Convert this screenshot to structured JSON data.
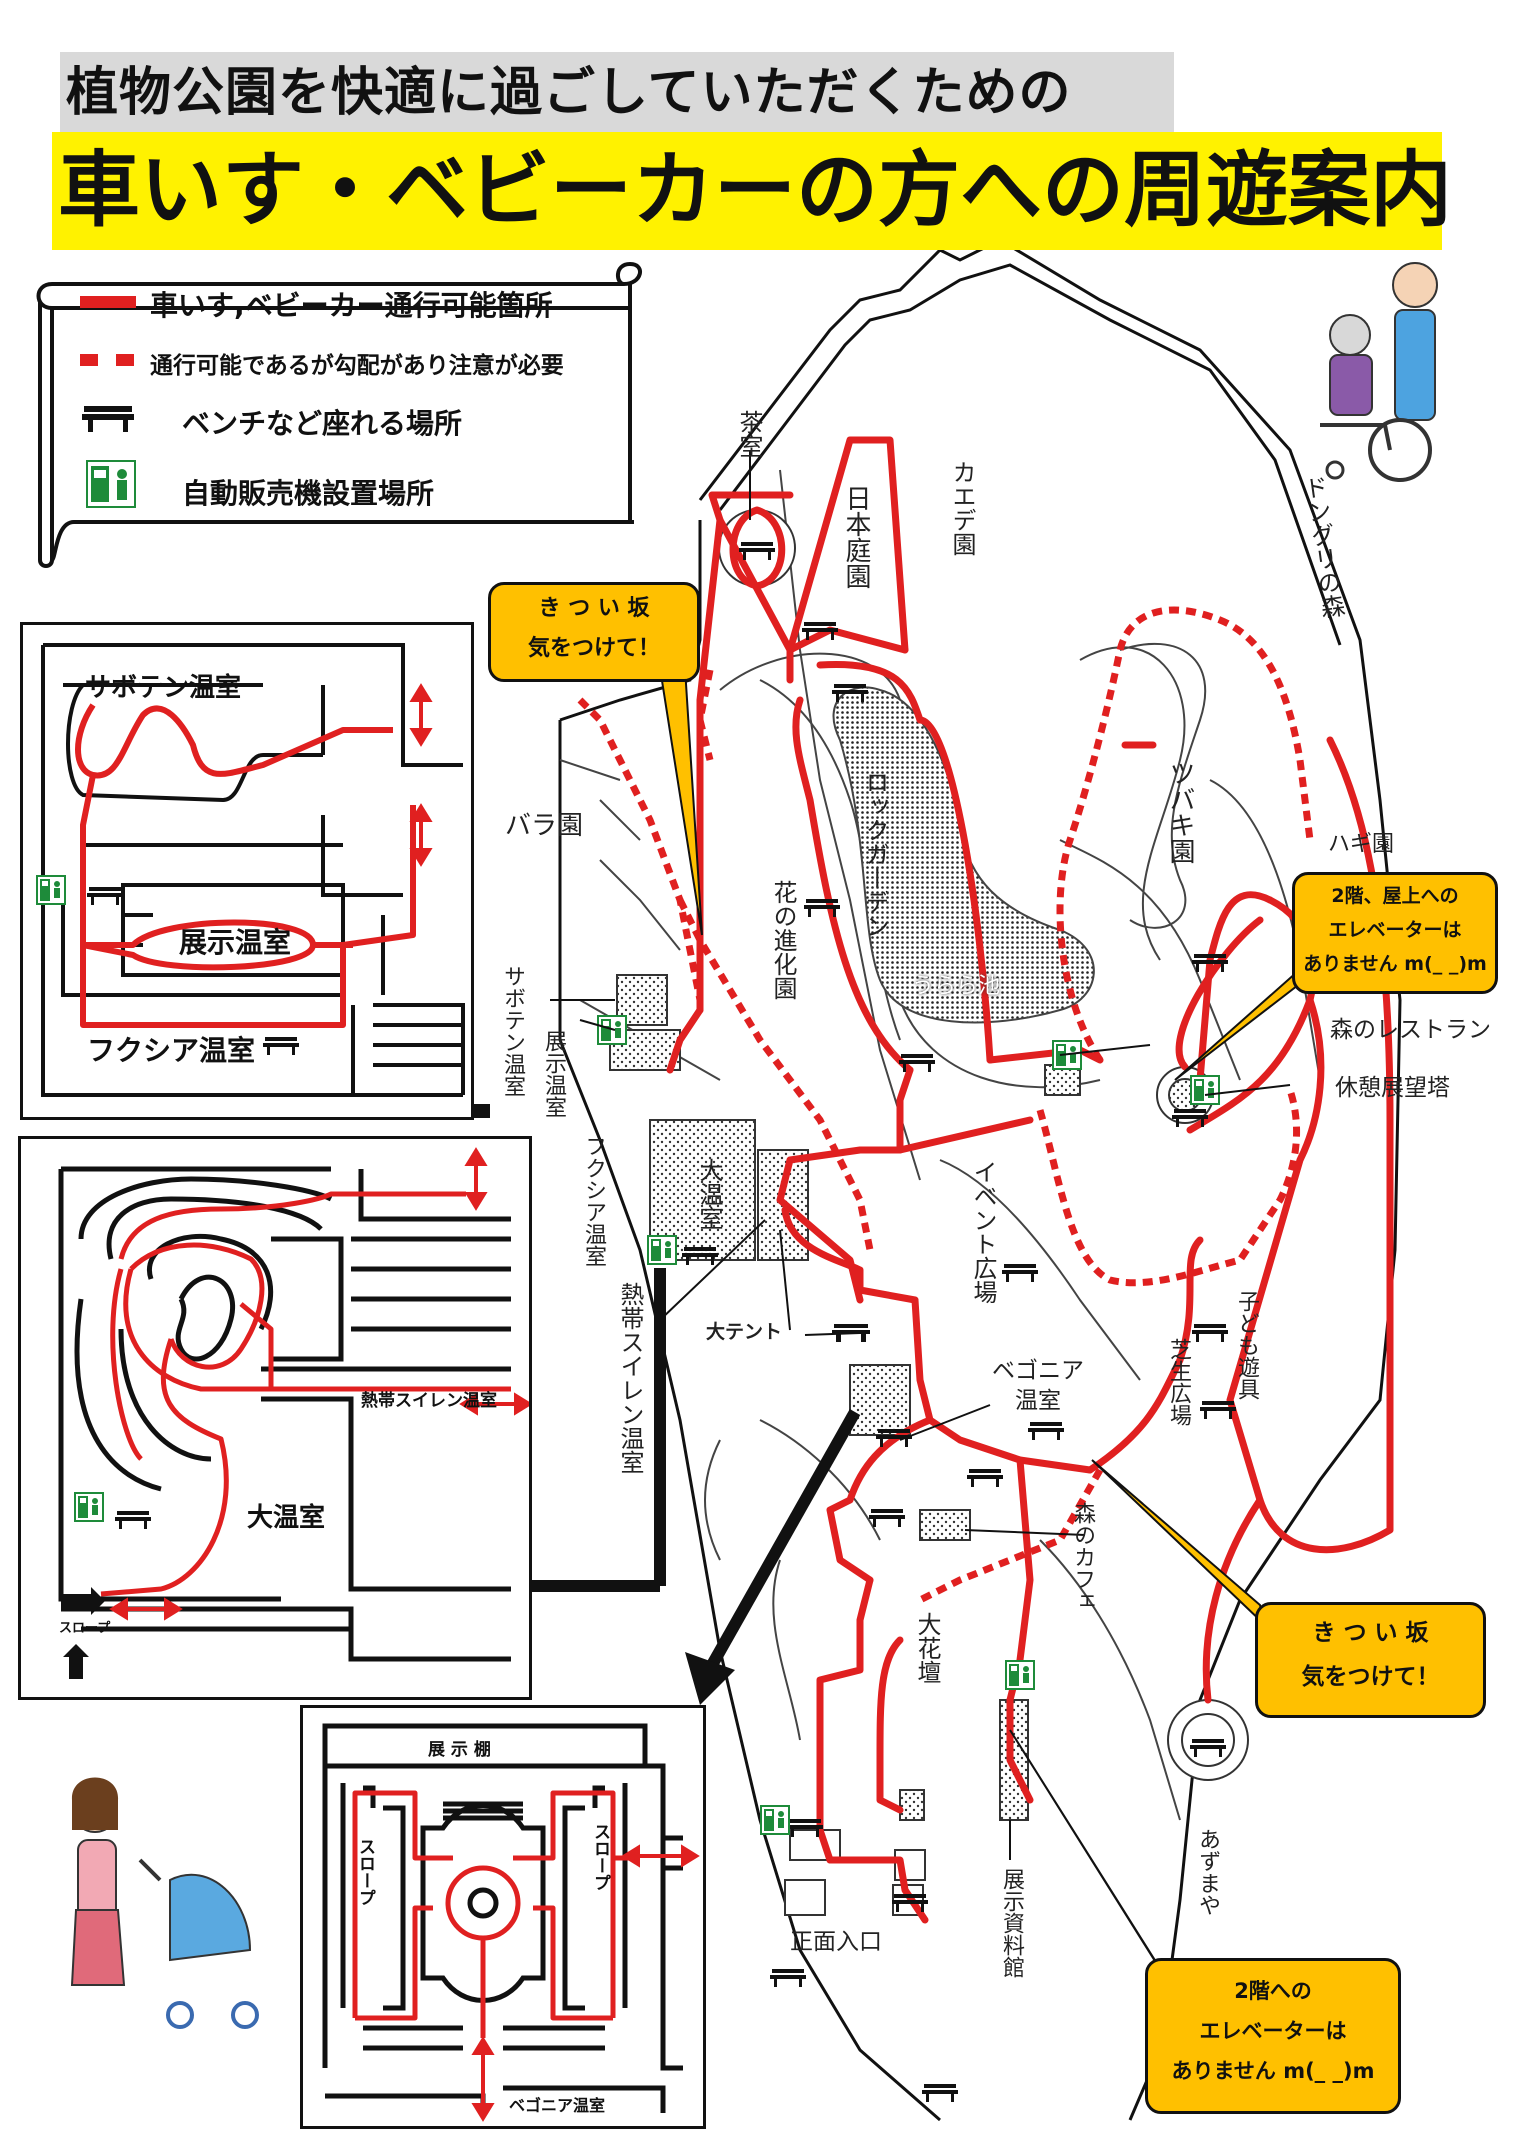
{
  "header": {
    "line1": "植物公園を快適に過ごしていただくための",
    "line2": "車いす・ベビーカーの方への周遊案内"
  },
  "legend": {
    "items": [
      {
        "label": "車いす,ベビーカー通行可能箇所",
        "icon": "solid-red-line-icon"
      },
      {
        "label": "通行可能であるが勾配があり注意が必要",
        "icon": "dashed-red-line-icon"
      },
      {
        "label": "ベンチなど座れる場所",
        "icon": "bench-icon"
      },
      {
        "label": "自動販売機設置場所",
        "icon": "vending-machine-icon"
      }
    ]
  },
  "callouts": {
    "slope1": {
      "line1": "き つ い 坂",
      "line2": "気をつけて！"
    },
    "slope2": {
      "line1": "き つ い 坂",
      "line2": "気をつけて！"
    },
    "elevator1": {
      "line1": "2階、屋上への",
      "line2": "エレベーターは",
      "line3": "ありません m(_ _)m"
    },
    "elevator2": {
      "line1": "2階への",
      "line2": "エレベーターは",
      "line3": "ありません m(_ _)m"
    }
  },
  "map_labels": {
    "chashitsu": "茶室",
    "nihon_teien": "日本庭園",
    "kaede_en": "カエデ園",
    "donguri_no_mori": "ドングリの森",
    "tsubaki_en": "ツバキ園",
    "hagi_en": "ハギ園",
    "bara_en": "バラ園",
    "rock_garden": "ロックガーデン",
    "hana_no_shinka_en": "花の進化園",
    "urara_ike": "うらら池",
    "mori_no_restaurant": "森のレストラン",
    "kyukei_tenbotou": "休憩展望塔",
    "saboten_onshitsu": "サボテン温室",
    "tenji_onshitsu": "展示温室",
    "fukushia_onshitsu": "フクシア温室",
    "dai_onshitsu": "大温室",
    "nettai_suiren_onshitsu": "熱帯スイレン温室",
    "event_hiroba": "イベント広場",
    "dai_tent": "大テント",
    "begonia_onshitsu": "ベゴニア温室",
    "kodomo_yuuguu": "子ども遊具",
    "shibafu_hiroba": "芝生広場",
    "mori_no_cafe": "森のカフェ",
    "daikadan": "大花壇",
    "azumaya": "あずまや",
    "tenji_shiryoukan": "展示資料館",
    "shoumen_iriguchi": "正面入口"
  },
  "inset_saboten": {
    "saboten_onshitsu": "サボテン温室",
    "tenji_onshitsu": "展示温室",
    "fukushia_onshitsu": "フクシア温室"
  },
  "inset_dai_onshitsu": {
    "nettai_suiren_onshitsu": "熱帯スイレン温室",
    "dai_onshitsu": "大温室",
    "slope": "スロープ"
  },
  "inset_begonia": {
    "tenji_dana": "展 示 棚",
    "slope_left": "スロープ",
    "slope_right": "スロープ",
    "begonia_onshitsu": "ベゴニア温室"
  },
  "colors": {
    "route_red": "#e02020",
    "title_yellow": "#fff200",
    "title_gray": "#d9d9d9",
    "callout_orange": "#ffc000",
    "vending_green": "#1e8b3a"
  }
}
